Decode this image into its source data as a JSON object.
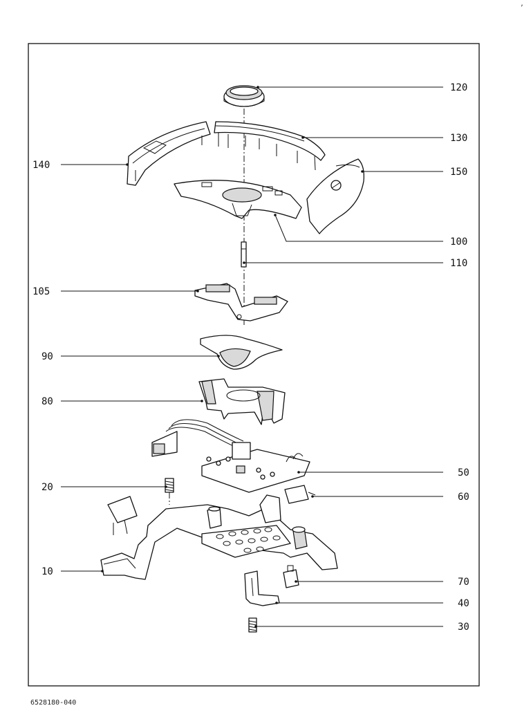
{
  "drawing_number": "6528180-040",
  "corner_mark": ",",
  "callouts": [
    {
      "label": "120",
      "side": "right"
    },
    {
      "label": "130",
      "side": "right"
    },
    {
      "label": "140",
      "side": "left"
    },
    {
      "label": "150",
      "side": "right"
    },
    {
      "label": "100",
      "side": "right"
    },
    {
      "label": "110",
      "side": "right"
    },
    {
      "label": "105",
      "side": "left"
    },
    {
      "label": "90",
      "side": "left"
    },
    {
      "label": "80",
      "side": "left"
    },
    {
      "label": "50",
      "side": "right"
    },
    {
      "label": "20",
      "side": "left"
    },
    {
      "label": "60",
      "side": "right"
    },
    {
      "label": "10",
      "side": "left"
    },
    {
      "label": "70",
      "side": "right"
    },
    {
      "label": "40",
      "side": "right"
    },
    {
      "label": "30",
      "side": "right"
    }
  ]
}
